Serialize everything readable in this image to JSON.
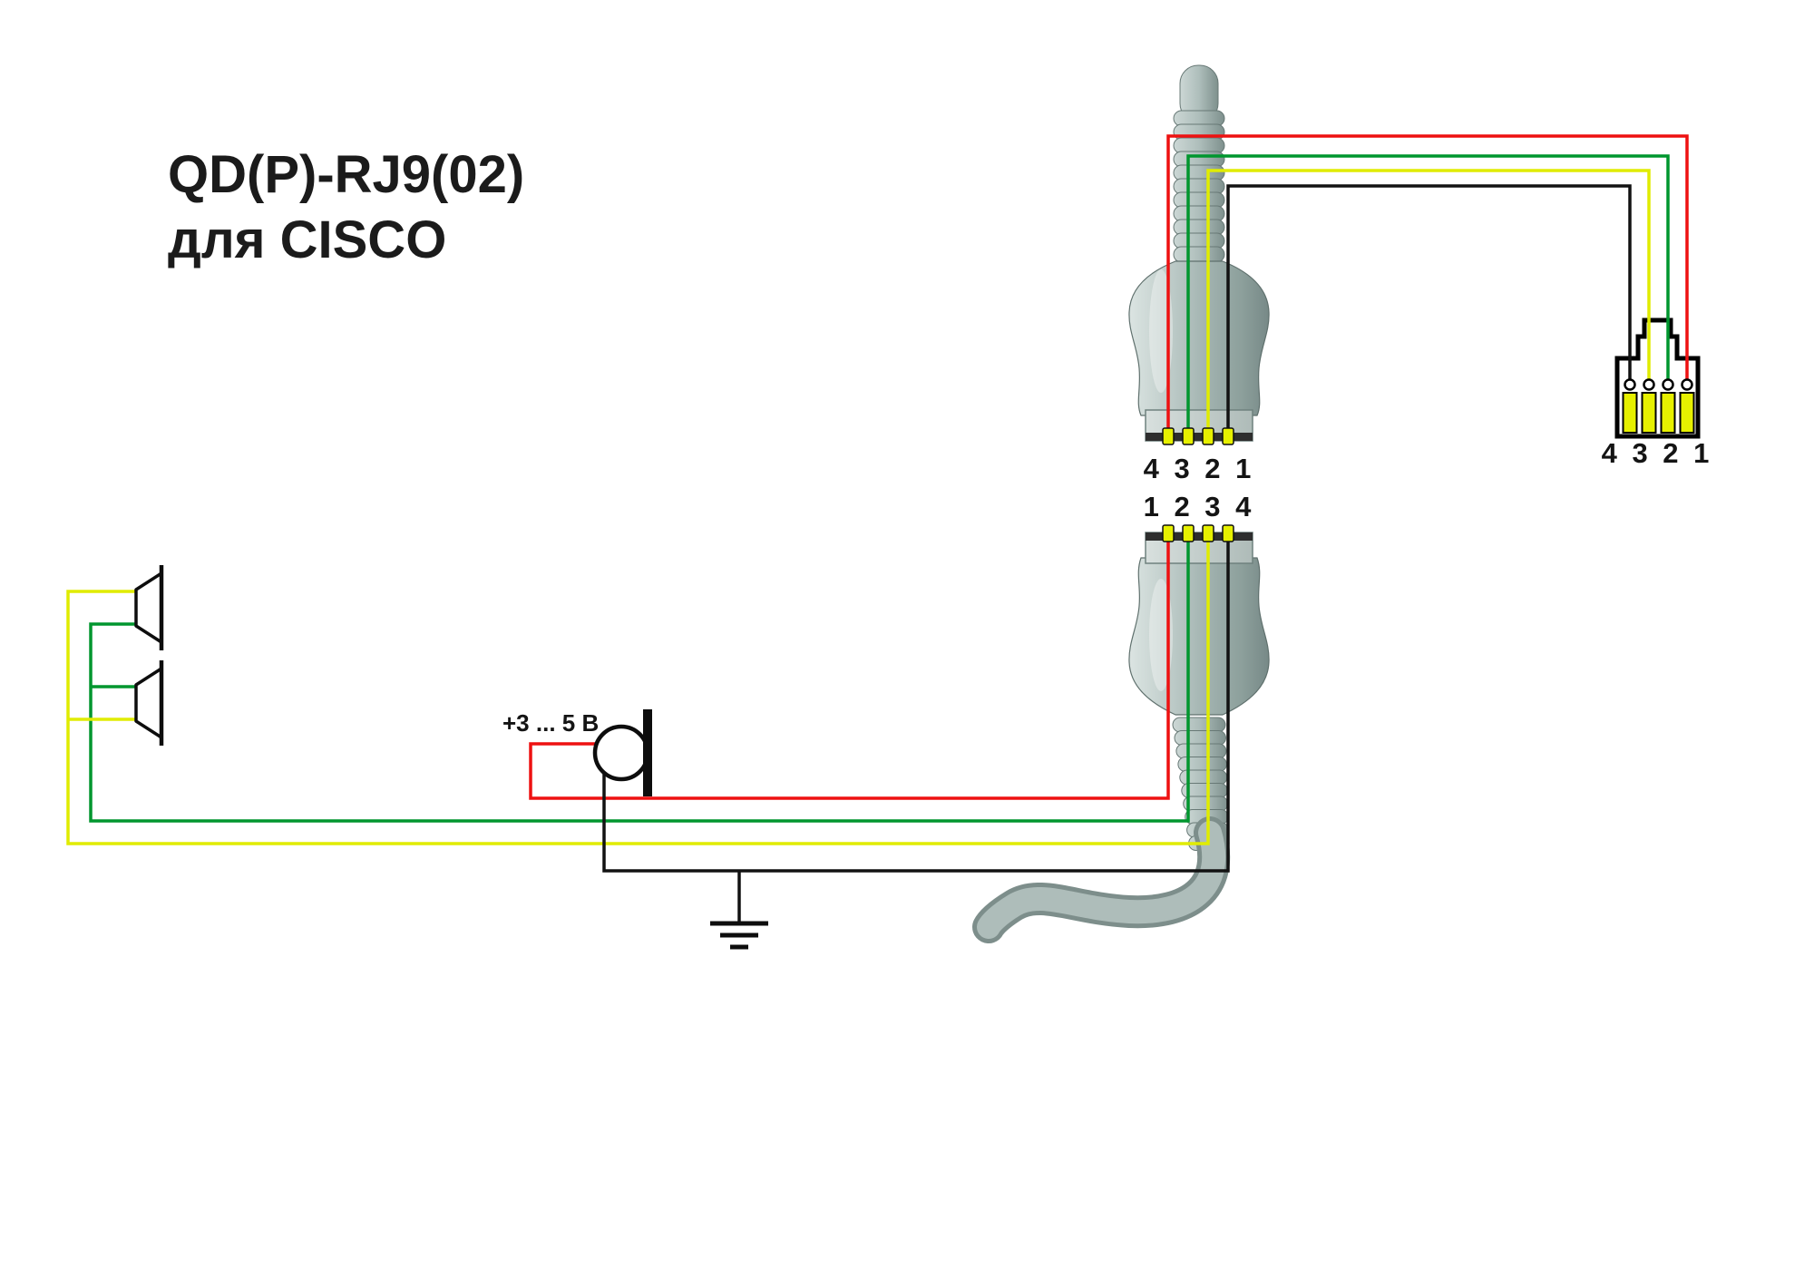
{
  "title": {
    "line1": "QD(P)-RJ9(02)",
    "line2": "для CISCO"
  },
  "qd_top": {
    "pin_label": "4 3 2 1"
  },
  "rj9": {
    "pin_label": "4 3 2 1"
  },
  "qd_bottom": {
    "pin_label": "1 2 3 4"
  },
  "mic": {
    "voltage_label": "+3 ... 5 В"
  },
  "colors": {
    "wire_red": "#ee1111",
    "wire_green": "#00962e",
    "wire_yellow": "#e0ec00",
    "wire_black": "#121212",
    "pin_yellow": "#e6f000"
  },
  "icons": {
    "speaker": "speaker-icon",
    "microphone": "microphone-icon",
    "ground": "ground-icon"
  }
}
